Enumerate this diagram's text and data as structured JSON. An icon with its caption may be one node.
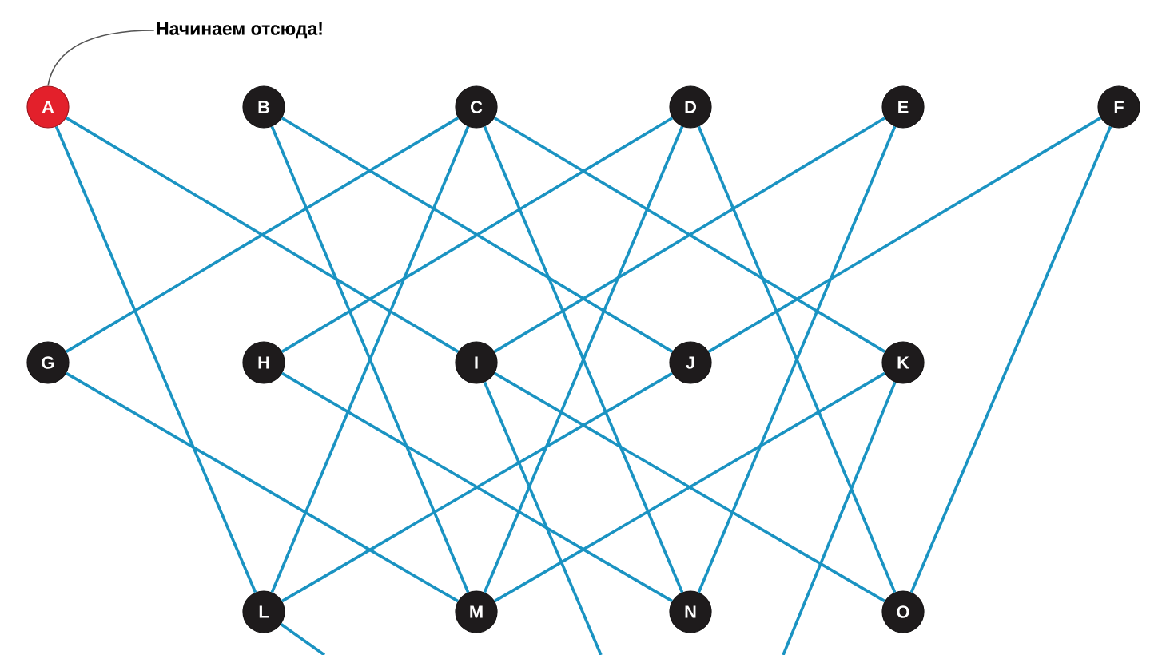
{
  "diagram": {
    "nodes": [
      {
        "text": [
          "Начинаем отсюда!"
        ]
      },
      {
        "text": [
          "A"
        ]
      },
      {
        "text": [
          "B"
        ]
      },
      {
        "text": [
          "C"
        ]
      },
      {
        "text": [
          "D"
        ]
      },
      {
        "text": [
          "E"
        ]
      },
      {
        "text": [
          "F"
        ]
      },
      {
        "text": [
          "G"
        ]
      },
      {
        "text": [
          "H"
        ]
      },
      {
        "text": [
          "I"
        ]
      },
      {
        "text": [
          "J"
        ]
      },
      {
        "text": [
          "K"
        ]
      },
      {
        "text": [
          "L"
        ]
      },
      {
        "text": [
          "M"
        ]
      },
      {
        "text": [
          "N"
        ]
      },
      {
        "text": [
          "O"
        ]
      }
    ],
    "edges": [
      {
        "from": 0,
        "to": 1,
        "arrow": "none",
        "color": "#555555"
      },
      {
        "from": 1,
        "to": 12,
        "arrow": "none"
      },
      {
        "from": 1,
        "to": 9,
        "arrow": "none"
      },
      {
        "from": 2,
        "to": 13,
        "arrow": "none"
      },
      {
        "from": 2,
        "to": 10,
        "arrow": "none"
      },
      {
        "from": 3,
        "to": 7,
        "arrow": "none"
      },
      {
        "from": 3,
        "to": 12,
        "arrow": "none"
      },
      {
        "from": 3,
        "to": 14,
        "arrow": "none"
      },
      {
        "from": 3,
        "to": 11,
        "arrow": "none"
      },
      {
        "from": 4,
        "to": 8,
        "arrow": "none"
      },
      {
        "from": 4,
        "to": 13,
        "arrow": "none"
      },
      {
        "from": 4,
        "to": 15,
        "arrow": "none"
      },
      {
        "from": 5,
        "to": 9,
        "arrow": "none"
      },
      {
        "from": 5,
        "to": 14,
        "arrow": "none"
      },
      {
        "from": 6,
        "to": 10,
        "arrow": "none"
      },
      {
        "from": 6,
        "to": 15,
        "arrow": "none"
      },
      {
        "from": 7,
        "to": 13,
        "arrow": "none"
      },
      {
        "from": 8,
        "to": 14,
        "arrow": "none"
      },
      {
        "from": 9,
        "to": 15,
        "arrow": "none"
      },
      {
        "from": 9,
        "to": null,
        "arrow": "none"
      },
      {
        "from": 11,
        "to": 13,
        "arrow": "none"
      },
      {
        "from": 11,
        "to": null,
        "arrow": "none"
      },
      {
        "from": 10,
        "to": 12,
        "arrow": "none"
      },
      {
        "from": 12,
        "to": null,
        "arrow": "none"
      }
    ]
  }
}
